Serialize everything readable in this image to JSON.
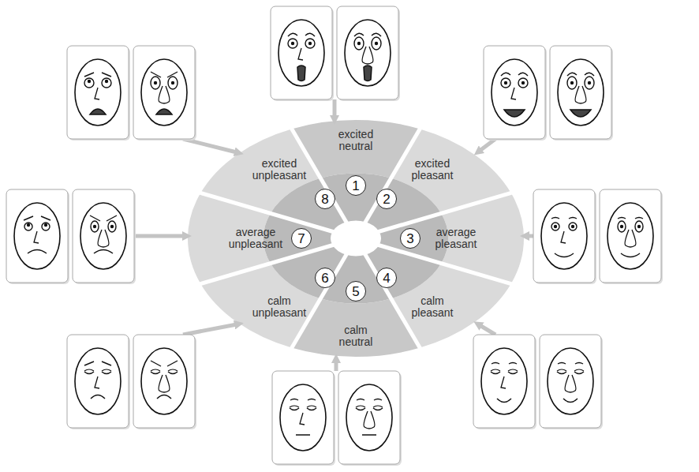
{
  "diagram": {
    "nodes": [
      {
        "text": [
          "excited neutral"
        ]
      },
      {
        "text": [
          "1"
        ],
        "in": 0
      },
      {
        "text": [
          "excited pleasant"
        ]
      },
      {
        "text": [
          "2"
        ],
        "in": 2
      },
      {
        "text": [
          "average pleasant"
        ]
      },
      {
        "text": [
          "3"
        ],
        "in": 4
      },
      {
        "text": [
          "calm pleasant"
        ]
      },
      {
        "text": [
          "4"
        ],
        "in": 6
      },
      {
        "text": [
          "calm neutral"
        ]
      },
      {
        "text": [
          "5"
        ],
        "in": 8
      },
      {
        "text": [
          "calm unpleasant"
        ]
      },
      {
        "text": [
          "6"
        ],
        "in": 10
      },
      {
        "text": [
          "average unpleasant"
        ]
      },
      {
        "text": [
          "7"
        ],
        "in": 12
      },
      {
        "text": [
          "excited unpleasant"
        ]
      },
      {
        "text": [
          "8"
        ],
        "in": 14
      }
    ]
  }
}
